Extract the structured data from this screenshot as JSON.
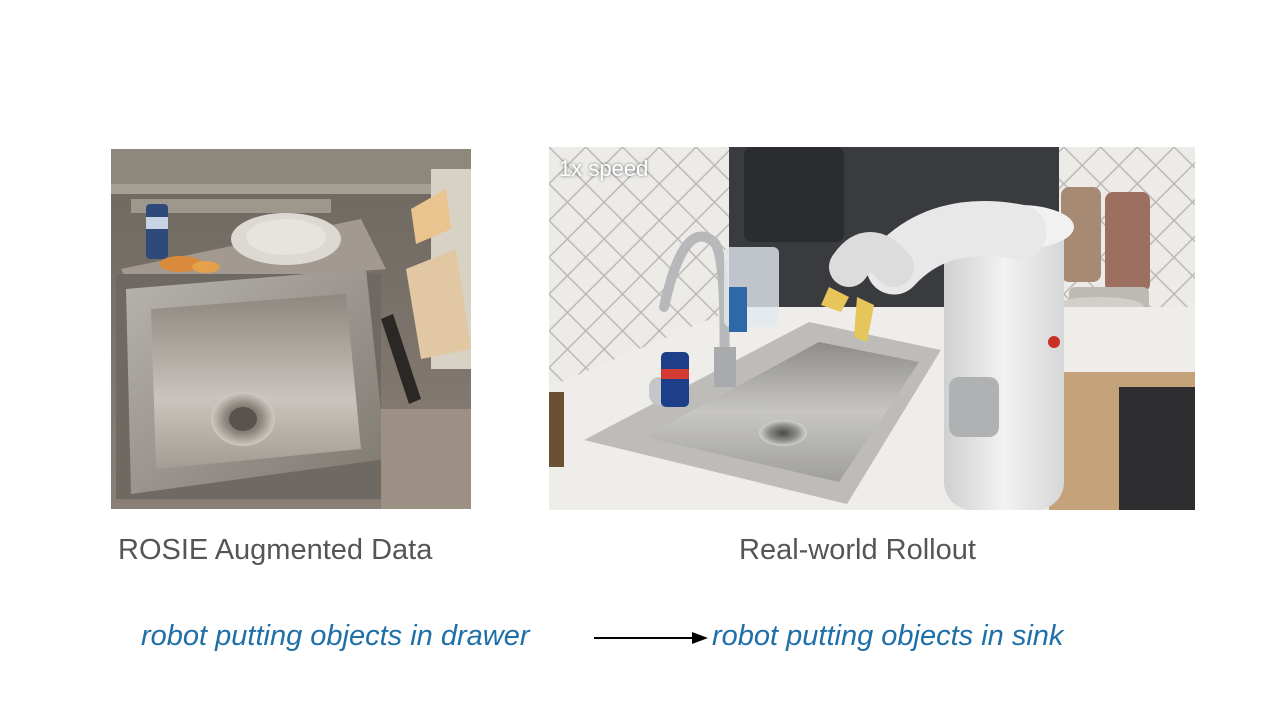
{
  "left_panel": {
    "caption": "ROSIE Augmented Data",
    "prompt": "robot putting objects in drawer"
  },
  "right_panel": {
    "caption": "Real-world Rollout",
    "speed_label": "1x speed",
    "prompt": "robot putting objects in sink"
  },
  "colors": {
    "prompt_text": "#1f6fa8",
    "caption_text": "#555555"
  }
}
